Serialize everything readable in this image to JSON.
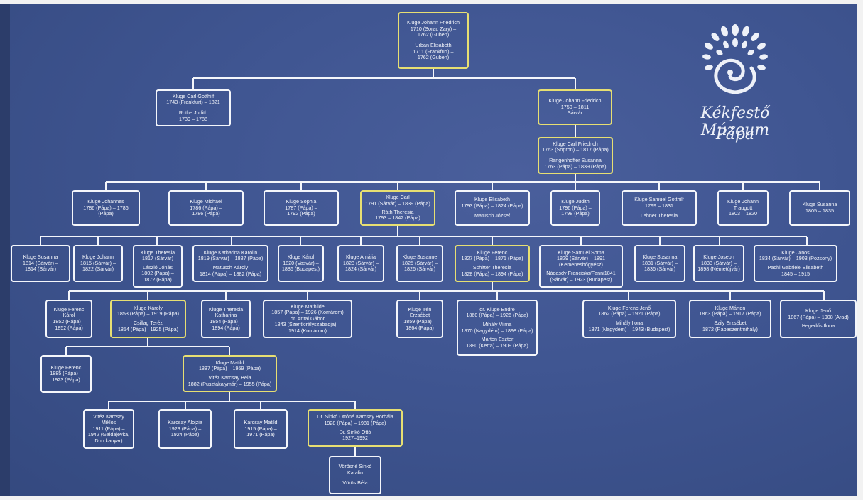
{
  "logo": {
    "icon": "peacock-ornament-icon",
    "name": "Kékfestő Múzeum",
    "city": "Pápa"
  },
  "colors": {
    "background": "#3f5591",
    "box_border": "#f4f6fb",
    "highlight_border": "#e7df72"
  },
  "boxes": {
    "b1": [
      "Kluge Johann Friedrich\n1710 (Sorau Zary) –\n1762 (Guben)",
      "Urban Elisabeth\n1711 (Frankfurt) –\n1762 (Guben)"
    ],
    "b2": [
      "Kluge Carl Gotthilf\n1743 (Frankfurt) – 1821",
      "Rothe Judith\n1739 – 1788"
    ],
    "b3": [
      "Kluge Johann Friedrich\n1750 – 1811\nSárvár"
    ],
    "b4": [
      "Kluge Carl Friedrich\n1763 (Sopron) – 1817 (Pápa)",
      "Rangenhoffer Susanna\n1763 (Pápa) – 1839 (Pápa)"
    ],
    "c1": [
      "Kluge Johannes\n1786 (Pápa) – 1786\n(Pápa)"
    ],
    "c2": [
      "Kluge Michael\n1786 (Pápa) –\n1786 (Pápa)"
    ],
    "c3": [
      "Kluge Sophia\n1787 (Pápa) –\n1792 (Pápa)"
    ],
    "c4": [
      "Kluge Carl\n1791 (Sárvár) – 1839 (Pápa)",
      "Ráth Theresia\n1793 – 1842 (Pápa)"
    ],
    "c5": [
      "Kluge Elisabeth\n1793 (Pápa) – 1824 (Pápa)",
      "Matusch József"
    ],
    "c6": [
      "Kluge Judith\n1796 (Pápa) –\n1798 (Pápa)"
    ],
    "c7": [
      "Kluge Samuel Gotthilf\n1799 – 1831",
      "Lehner Theresia"
    ],
    "c8": [
      "Kluge Johann\nTraugott\n1803 – 1820"
    ],
    "c9": [
      "Kluge Susanna\n1805 – 1835"
    ],
    "d1": [
      "Kluge Susanna\n1814 (Sárvár) –\n1814 (Sárvár)"
    ],
    "d2": [
      "Kluge Johann\n1815 (Sárvár) –\n1822 (Sárvár)"
    ],
    "d3": [
      "Kluge Theresia\n1817 (Sárvár)",
      "László Jónás\n1802 (Pápa) –\n1872 (Pápa)"
    ],
    "d4": [
      "Kluge Katharina Karolin\n1819 (Sárvár) – 1887 (Pápa)",
      "Matusch Károly\n1814 (Pápa) – 1882 (Pápa)"
    ],
    "d5": [
      "Kluge Károl\n1820 (Vasvár) –\n1886 (Budapest)"
    ],
    "d6": [
      "Kluge Amália\n1823 (Sárvár) –\n1824 (Sárvár)"
    ],
    "d7": [
      "Kluge Susanne\n1825 (Sárvár) –\n1826 (Sárvár)"
    ],
    "d8": [
      "Kluge Ferenc\n1827 (Pápa) – 1871 (Pápa)",
      "Schitter Theresia\n1828 (Pápa) – 1894 (Pápa)"
    ],
    "d9": [
      "Kluge Samuel Soma\n1829 (Sárvár) – 1891\n(Kemeneshőgyész)",
      "Nádasdy Franciska/Fanni1841\n(Sárvár) – 1923 (Budapest)"
    ],
    "d10": [
      "Kluge Susanna\n1831 (Sárvár) –\n1836 (Sárvár)"
    ],
    "d11": [
      "Kluge Joseph\n1833 (Sárvár) –\n1898 (Németújvár)"
    ],
    "d12": [
      "Kluge János\n1834 (Sárvár) – 1903 (Pozsony)",
      "Pachl Gabriele Elisabeth\n1845 – 1915"
    ],
    "e1": [
      "Kluge Ferenc\nKárol\n1852 (Pápa) –\n1852 (Pápa)"
    ],
    "e2": [
      "Kluge Károly\n1853 (Pápa) – 1919 (Pápa)",
      "Csillag Teréz\n1854 (Pápa) –1925 (Pápa)"
    ],
    "e3": [
      "Kluge Theresia\nKatharina\n1854 (Pápa) –\n1894 (Pápa)"
    ],
    "e4": [
      "Kluge Mathilde\n1857 (Pápa) – 1926 (Komárom)\ndr. Antal Gábor\n1843 (Szentkirályszabadja) –\n1914 (Komárom)"
    ],
    "e5": [
      "Kluge Irén\nErzsébet\n1859 (Pápa) –\n1864 (Pápa)"
    ],
    "e6": [
      "dr. Kluge Endre\n1860 (Pápa) – 1926 (Pápa)",
      "Mihály Vilma\n1870 (Nagydém) – 1898 (Pápa)",
      "Márton Eszter\n1880 (Kerta) –  1909 (Pápa)"
    ],
    "e7": [
      "Kluge Ferenc Jenő\n1862 (Pápa) – 1921 (Pápa)",
      "Mihály Ilona\n1871 (Nagydém) – 1943 (Budapest)"
    ],
    "e8": [
      "Kluge Márton\n1863 (Pápa) – 1917 (Pápa)",
      "Szily Erzsébet\n1872 (Rábaszentmihály)"
    ],
    "e9": [
      "Kluge Jenő\n1867 (Pápa) – 1908 (Arad)",
      "Hegedűs Ilona"
    ],
    "f1": [
      "Kluge Ferenc\n1885 (Pápa) –\n1923 (Pápa)"
    ],
    "f2": [
      "Kluge Matild\n1887 (Pápa) – 1959 (Pápa)",
      "Vitéz Karcsay Béla\n1882 (Pusztakalymár) – 1955 (Pápa)"
    ],
    "g1": [
      "Vitéz Karcsay\nMiklós\n1911 (Pápa) –\n1942 (Galdajevka,\nDon kanyar)"
    ],
    "g2": [
      "Karcsay Alojzia\n1923 (Pápa) –\n1924 (Pápa)"
    ],
    "g3": [
      "Karcsay Matild\n1915 (Pápa) –\n1971 (Pápa)"
    ],
    "g4": [
      "Dr. Sinkó Ottóné Karcsay Borbála\n1928 (Pápa) – 1981 (Pápa)",
      "Dr. Sinkó Ottó\n1927–1992"
    ],
    "h1": [
      "Vörösné Sinkó\nKatalin",
      "Vörös Béla"
    ]
  }
}
